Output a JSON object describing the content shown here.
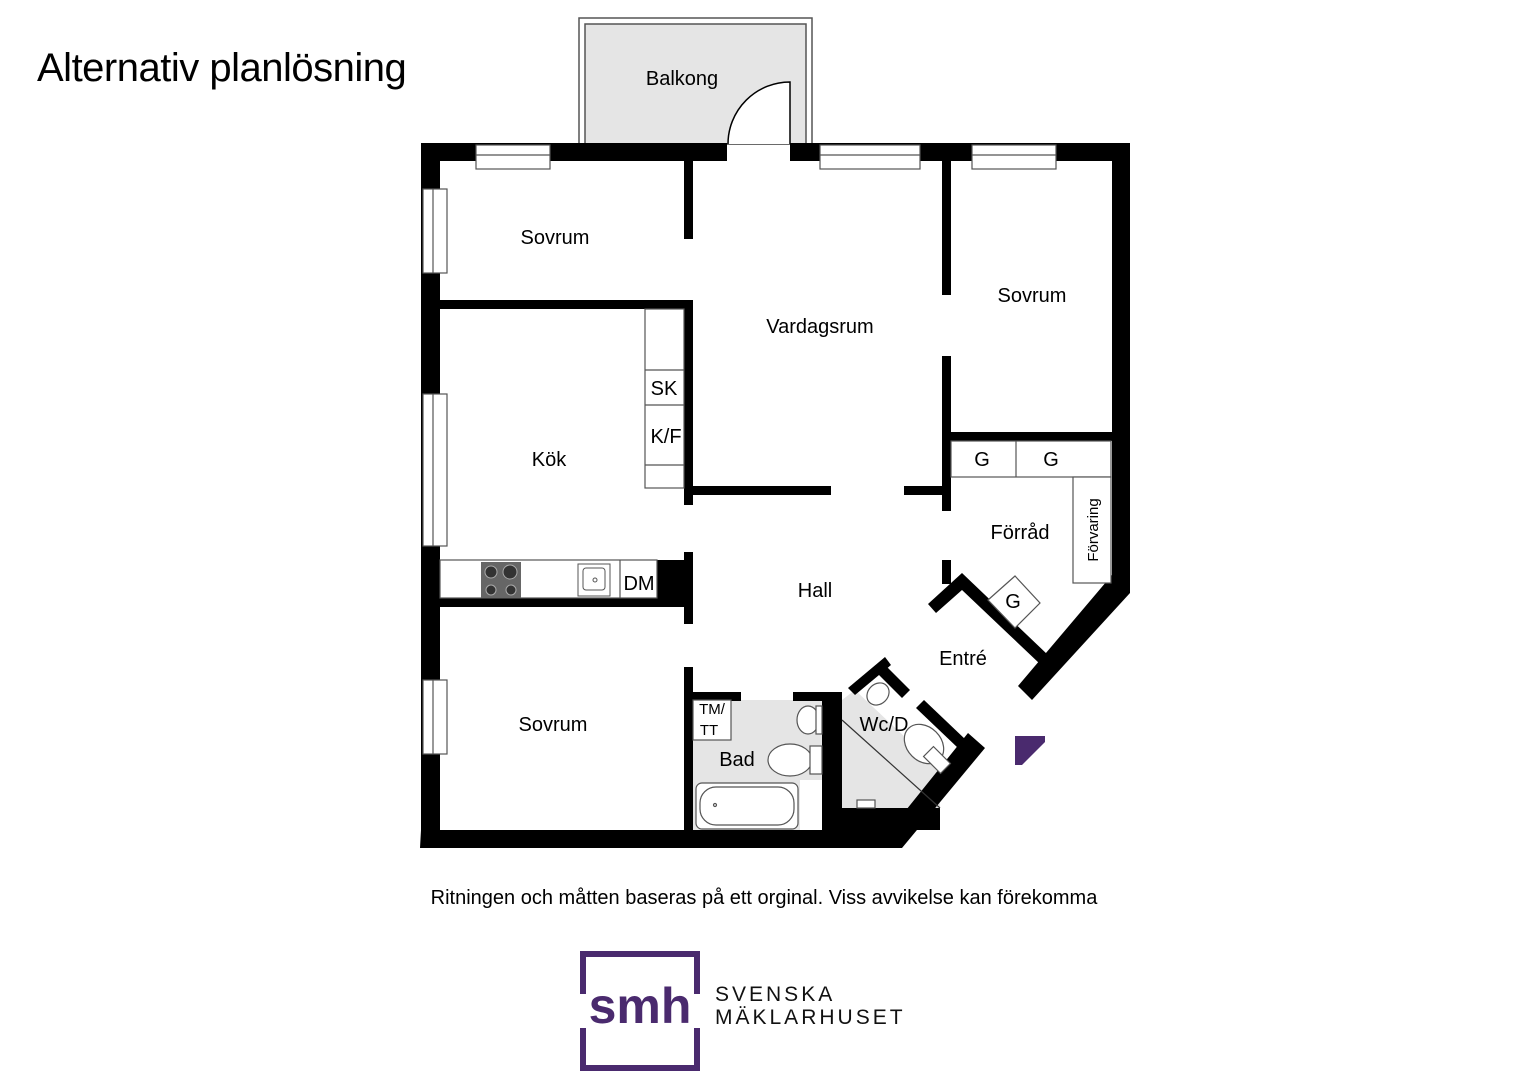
{
  "title": "Alternativ planlösning",
  "rooms": {
    "balkong": "Balkong",
    "sovrum_top": "Sovrum",
    "vardagsrum": "Vardagsrum",
    "sovrum_right": "Sovrum",
    "kok": "Kök",
    "hall": "Hall",
    "forrad": "Förråd",
    "entre": "Entré",
    "sovrum_bottom": "Sovrum",
    "bad": "Bad",
    "wcd": "Wc/D"
  },
  "fixtures": {
    "sk": "SK",
    "kf": "K/F",
    "dm": "DM",
    "g1": "G",
    "g2": "G",
    "g3": "G",
    "forvaring": "Förvaring",
    "tm_line1": "TM/",
    "tm_line2": "TT"
  },
  "disclaimer": "Ritningen och måtten baseras på ett orginal. Viss avvikelse kan förekomma",
  "brand": {
    "mark": "smh",
    "line1": "SVENSKA",
    "line2": "MÄKLARHUSET",
    "color": "#4a2a6e"
  },
  "colors": {
    "wall": "#000000",
    "wet_floor": "#e5e5e5",
    "balcony": "#e5e5e5",
    "entry_arrow": "#4a2a6e"
  }
}
